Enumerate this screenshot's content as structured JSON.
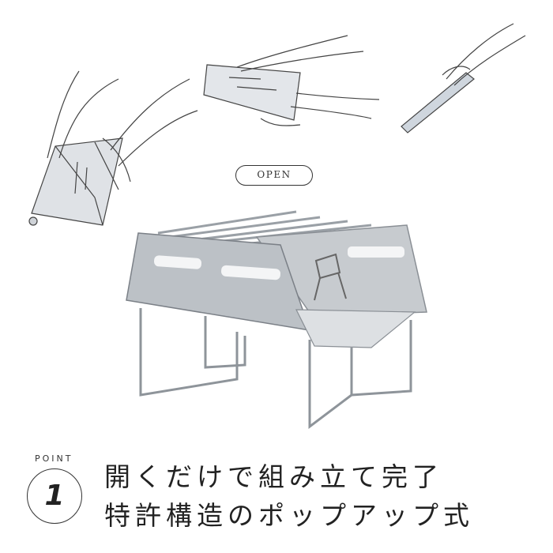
{
  "badge": {
    "open": "OPEN"
  },
  "point": {
    "label": "POINT",
    "number": "1"
  },
  "headline": {
    "line1": "開くだけで組み立て完了",
    "line2": "特許構造のポップアップ式"
  }
}
